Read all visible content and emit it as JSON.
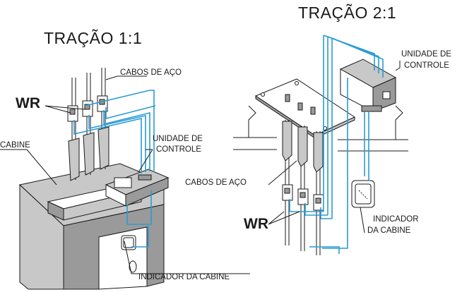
{
  "left": {
    "title": "TRAÇÃO 1:1",
    "cables_label": "CABOS DE AÇO",
    "wr_label": "WR",
    "cabin_label": "CABINE",
    "control_unit_line1": "UNIDADE DE",
    "control_unit_line2": "CONTROLE",
    "cabin_indicator_label": "INDICADOR DA CABINE"
  },
  "right": {
    "title": "TRAÇÃO 2:1",
    "control_unit_line1": "UNIDADE DE",
    "control_unit_line2": "CONTROLE",
    "cables_label": "CABOS DE AÇO",
    "wr_label": "WR",
    "indicator_line1": "INDICADOR",
    "indicator_line2": "DA CABINE"
  },
  "colors": {
    "wire": "#2a9bd4",
    "outline": "#1a1a1a",
    "fill_gray": "#c8c8c8"
  }
}
